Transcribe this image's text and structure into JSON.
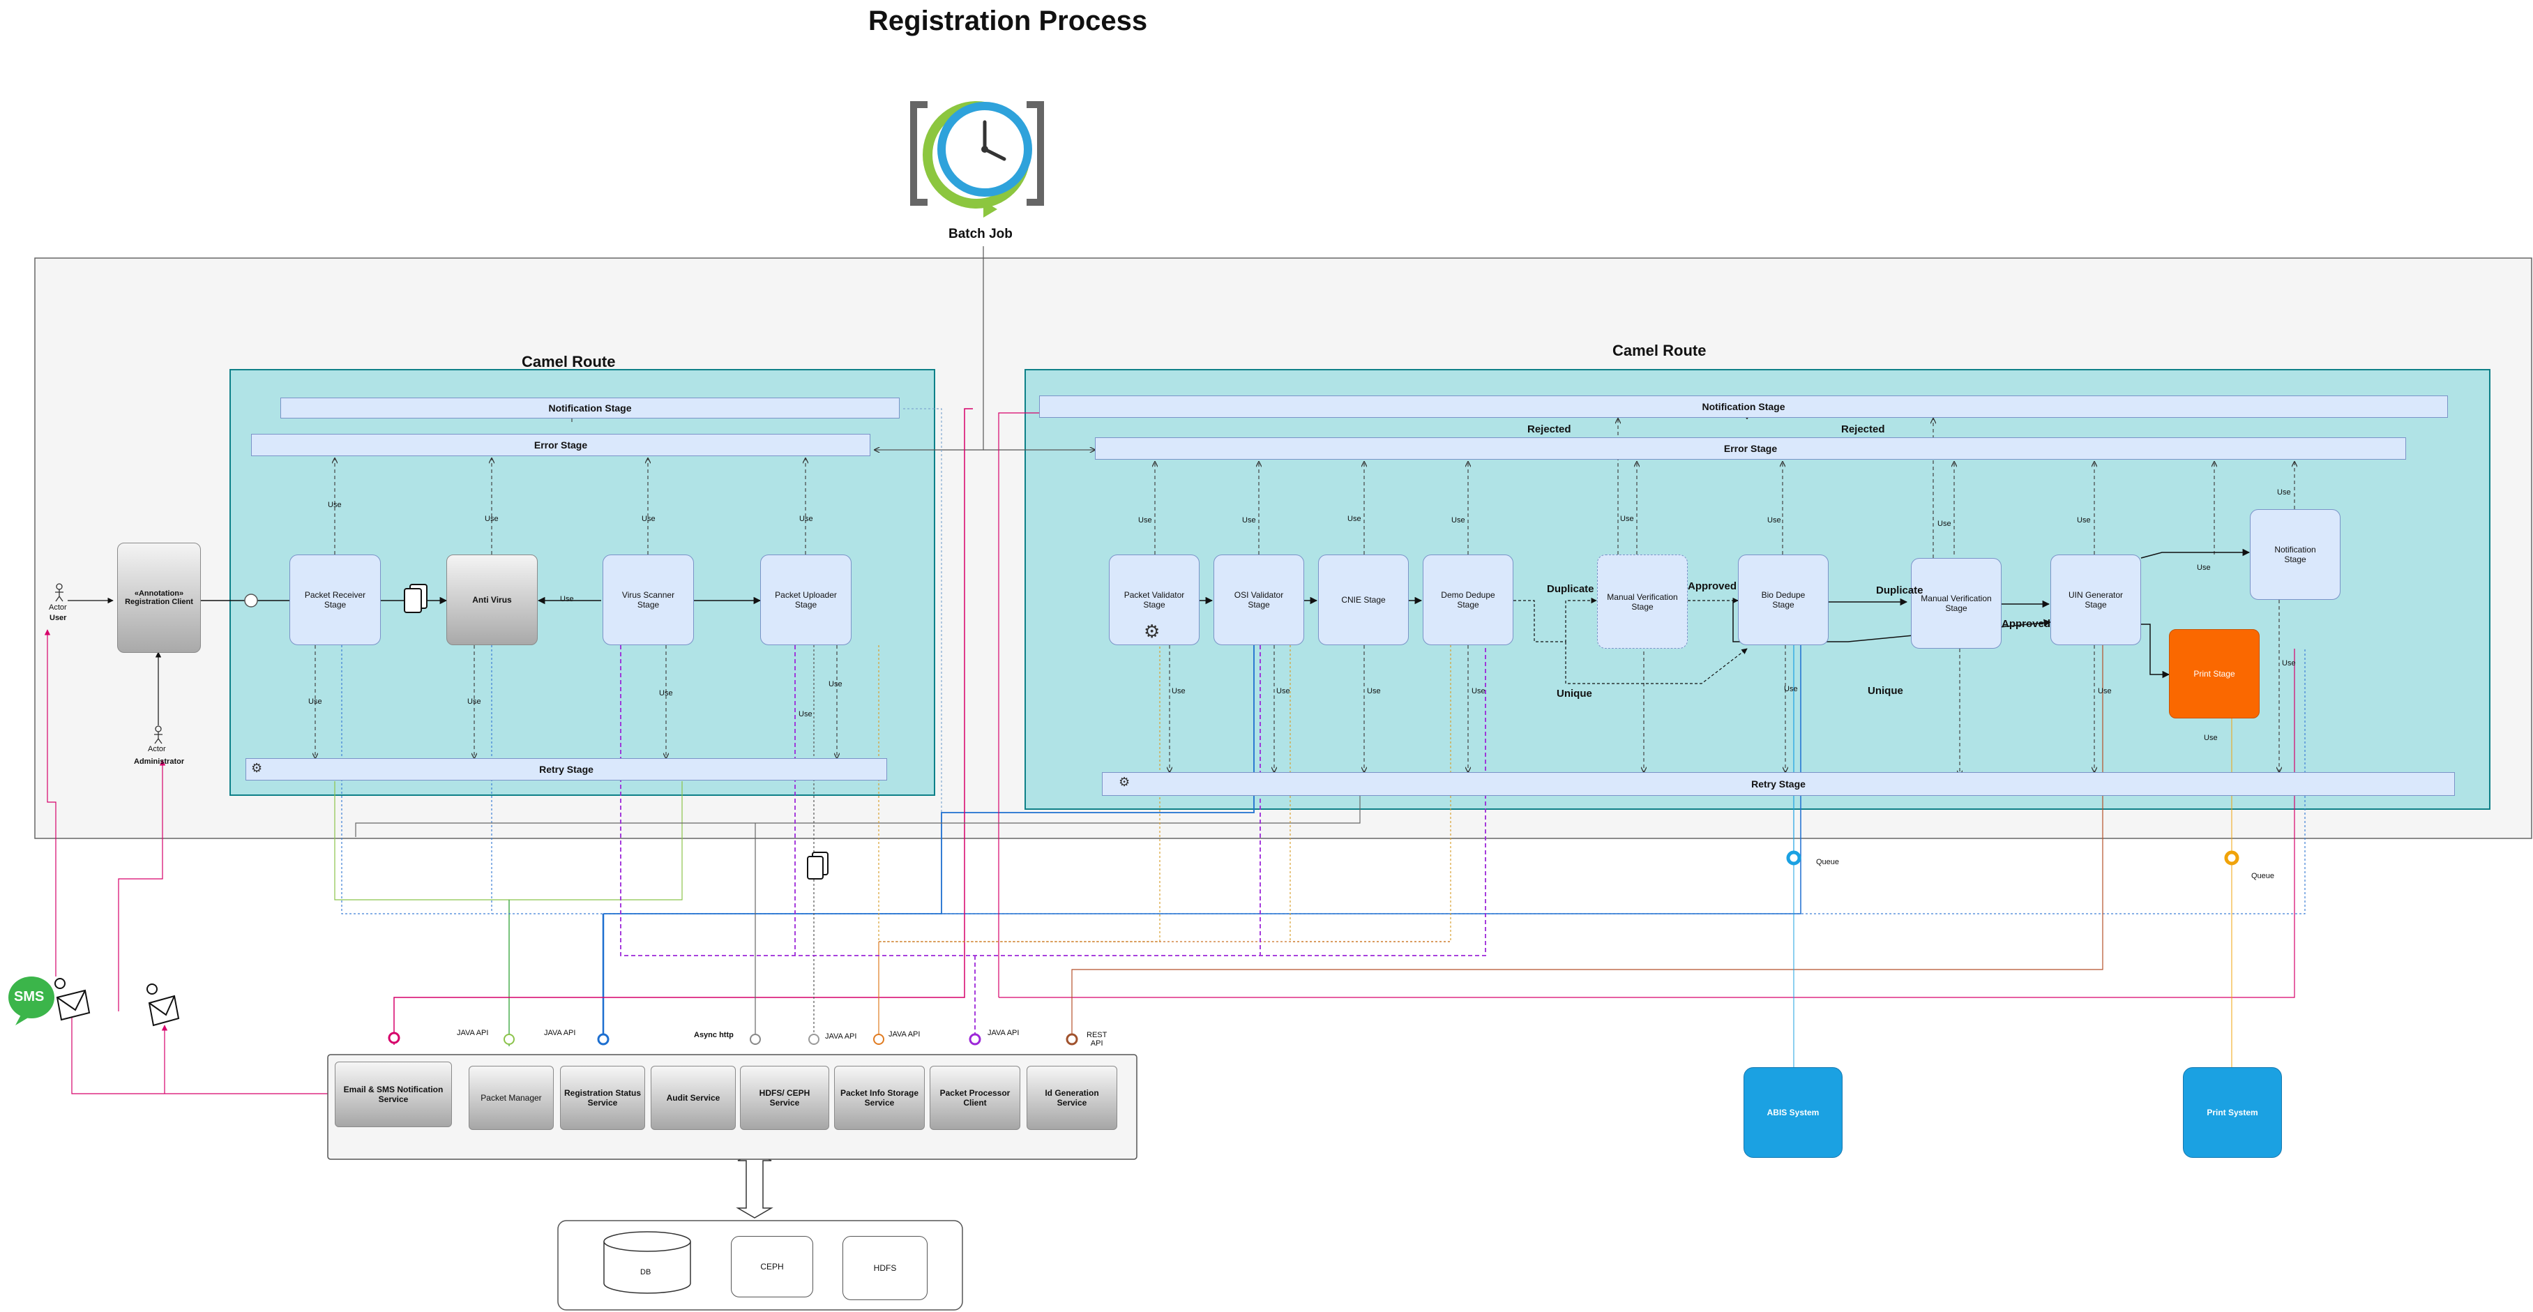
{
  "title": "Registration Process",
  "batch_job": {
    "label": "Batch Job",
    "icon": "clock-icon"
  },
  "camel_routes": [
    "Camel Route",
    "Camel Route"
  ],
  "left_route": {
    "notification_stage": "Notification Stage",
    "error_stage": "Error Stage",
    "retry_stage": "Retry Stage",
    "stages": {
      "packet_receiver": "Packet Receiver\nStage",
      "anti_virus": "Anti Virus",
      "virus_scanner": "Virus Scanner\nStage",
      "packet_uploader": "Packet Uploader\nStage"
    }
  },
  "right_route": {
    "notification_stage": "Notification Stage",
    "error_stage": "Error Stage",
    "retry_stage": "Retry Stage",
    "stages": {
      "packet_validator": "Packet Validator\nStage",
      "osi_validator": "OSI Validator\nStage",
      "cnie": "CNIE Stage",
      "demo_dedupe": "Demo Dedupe\nStage",
      "manual_verification_1": "Manual Verification\nStage",
      "bio_dedupe": "Bio Dedupe\nStage",
      "manual_verification_2": "Manual Verification\nStage",
      "uin_generator": "UIN Generator\nStage",
      "notification": "Notification\nStage",
      "print": "Print Stage"
    },
    "edge_labels": {
      "rejected": "Rejected",
      "duplicate": "Duplicate",
      "approved": "Approved",
      "unique": "Unique"
    }
  },
  "use_label": "Use",
  "actors": {
    "actor_word": "Actor",
    "user": "User",
    "administrator": "Administrator",
    "registration_client": "«Annotation»\nRegistration Client"
  },
  "sms_label": "SMS",
  "services": {
    "email_sms": "Email & SMS Notification\nService",
    "packet_manager": "Packet Manager",
    "registration_status": "Registration Status\nService",
    "audit": "Audit Service",
    "hdfs_ceph": "HDFS/ CEPH Service",
    "packet_info_storage": "Packet Info Storage\nService",
    "packet_processor_client": "Packet Processor\nClient",
    "id_generation": "Id Generation\nService"
  },
  "interface_labels": {
    "java_api": "JAVA API",
    "async_http": "Async http",
    "rest_api": "REST\nAPI",
    "queue": "Queue"
  },
  "external_systems": {
    "abis": "ABIS System",
    "print": "Print System"
  },
  "storage": {
    "db": "DB",
    "ceph": "CEPH",
    "hdfs": "HDFS"
  },
  "colors": {
    "route_fill": "#b0e3e6",
    "route_border": "#0e8088",
    "stage_fill": "#dae8fc",
    "container_fill": "#f5f5f5",
    "print_stage": "#fa6800",
    "external": "#1ba1e2",
    "sms": "#3bb54a"
  }
}
